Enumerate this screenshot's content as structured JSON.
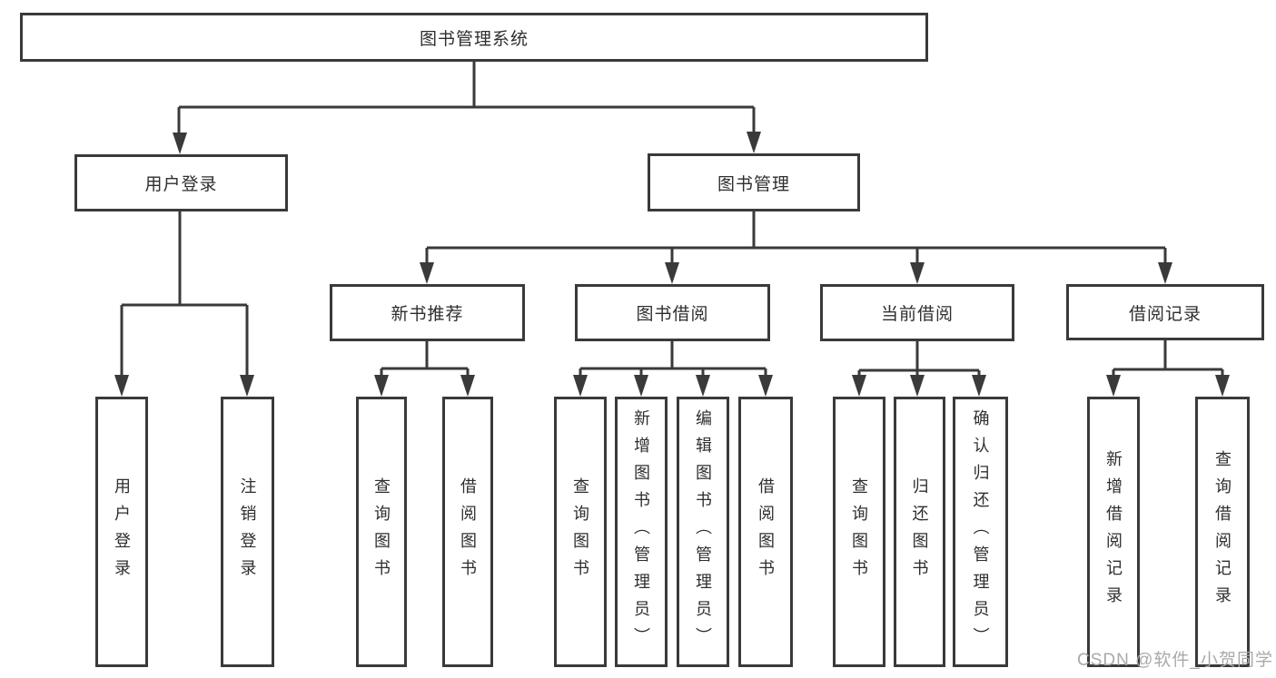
{
  "nodes": {
    "root": "图书管理系统",
    "user_login": "用户登录",
    "book_mgmt": "图书管理",
    "new_books": "新书推荐",
    "book_borrow": "图书借阅",
    "current_borrow": "当前借阅",
    "borrow_records": "借阅记录",
    "leaf_user_login": "用户登录",
    "leaf_logout": "注销登录",
    "leaf_nb_query": "查询图书",
    "leaf_nb_borrow": "借阅图书",
    "leaf_bb_query": "查询图书",
    "leaf_bb_add": "新增图书（管理员）",
    "leaf_bb_edit": "编辑图书（管理员）",
    "leaf_bb_borrow": "借阅图书",
    "leaf_cb_query": "查询图书",
    "leaf_cb_return": "归还图书",
    "leaf_cb_confirm": "确认归还（管理员）",
    "leaf_br_add": "新增借阅记录",
    "leaf_br_query": "查询借阅记录"
  },
  "watermark": "CSDN @软件_小贺同学",
  "colors": {
    "line": "#3a3a3a",
    "box_border": "#3a3a3a",
    "text": "#2e2e2e",
    "watermark": "#a9a9a9",
    "background": "#ffffff"
  }
}
